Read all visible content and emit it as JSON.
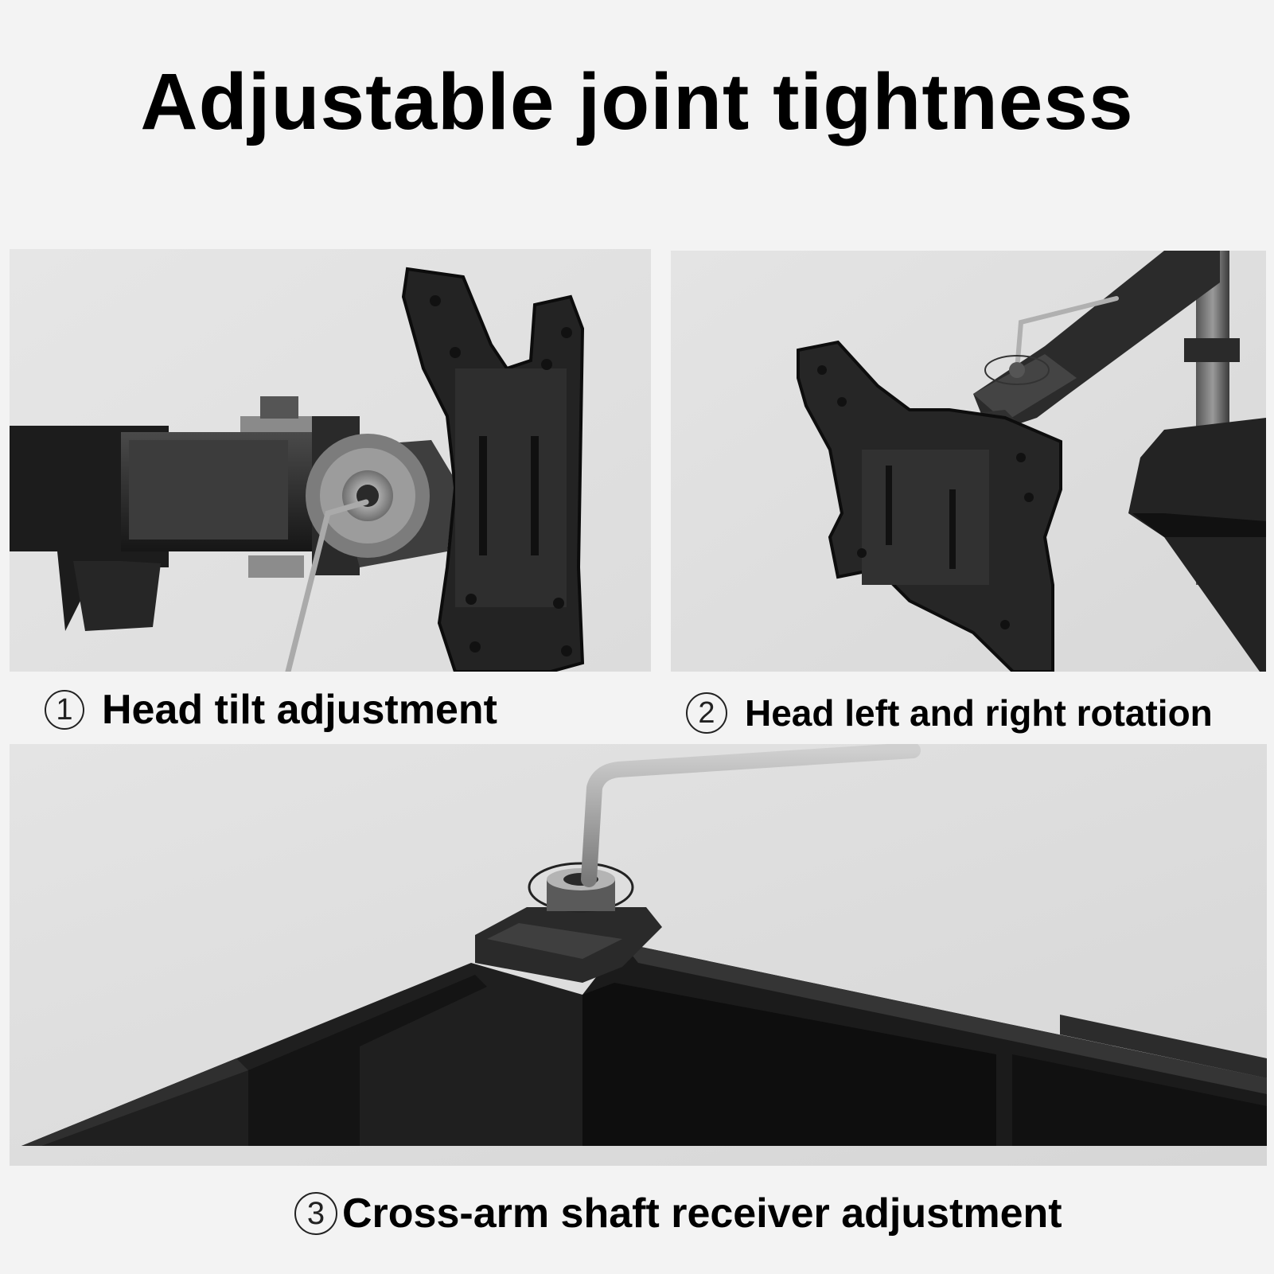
{
  "title": "Adjustable joint tightness",
  "captions": [
    {
      "number": "1",
      "text": "Head tilt adjustment"
    },
    {
      "number": "2",
      "text": "Head left and right rotation"
    },
    {
      "number": "3",
      "text": "Cross-arm shaft receiver adjustment"
    }
  ]
}
